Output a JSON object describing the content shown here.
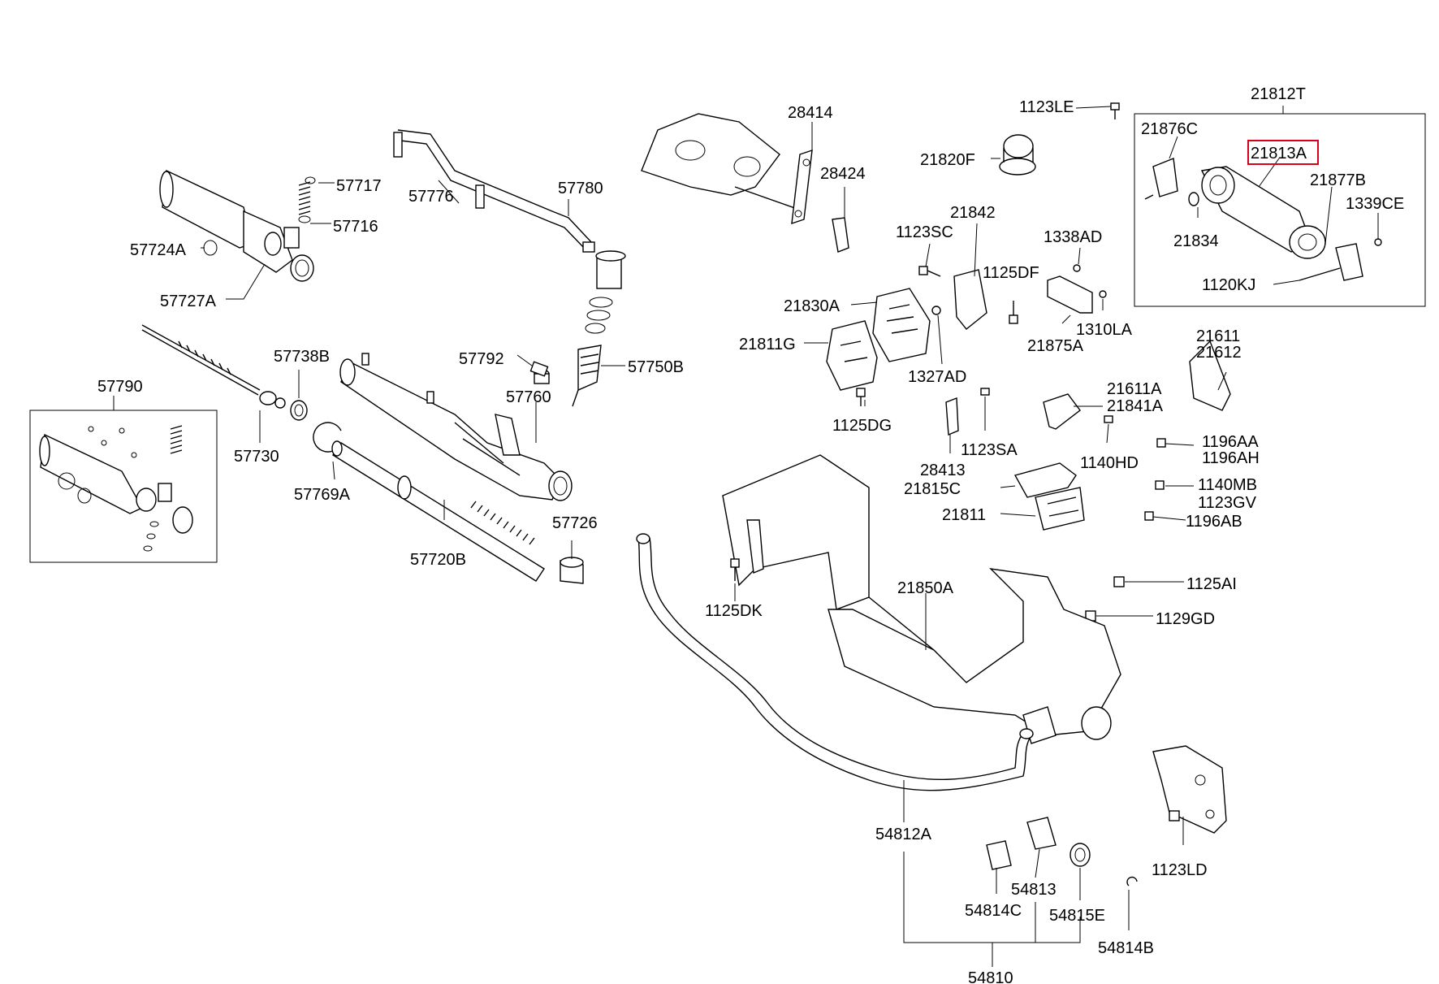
{
  "diagram": {
    "highlight_color": "#d9001b",
    "highlighted_part": "21813A",
    "labels": {
      "p57717": "57717",
      "p57716": "57716",
      "p57724A": "57724A",
      "p57727A": "57727A",
      "p57776": "57776",
      "p57780": "57780",
      "p57792": "57792",
      "p57750B": "57750B",
      "p57760": "57760",
      "p57738B": "57738B",
      "p57730": "57730",
      "p57769A": "57769A",
      "p57790": "57790",
      "p57720B": "57720B",
      "p57726": "57726",
      "p28414": "28414",
      "p28424": "28424",
      "p1123LE": "1123LE",
      "p21820F": "21820F",
      "p21812T": "21812T",
      "p21876C": "21876C",
      "p21813A": "21813A",
      "p21877B": "21877B",
      "p1339CE": "1339CE",
      "p21834": "21834",
      "p1120KJ": "1120KJ",
      "p21842": "21842",
      "p1123SC": "1123SC",
      "p1338AD": "1338AD",
      "p1125DF": "1125DF",
      "p21830A": "21830A",
      "p1310LA": "1310LA",
      "p21875A": "21875A",
      "p21811G": "21811G",
      "p1327AD": "1327AD",
      "p21611": "21611",
      "p21612": "21612",
      "p21611A": "21611A",
      "p21841A": "21841A",
      "p1125DG": "1125DG",
      "p28413": "28413",
      "p1123SA": "1123SA",
      "p1140HD": "1140HD",
      "p1196AA": "1196AA",
      "p1196AH": "1196AH",
      "p21815C": "21815C",
      "p1140MB": "1140MB",
      "p1123GV": "1123GV",
      "p21811": "21811",
      "p1196AB": "1196AB",
      "p1125DK": "1125DK",
      "p21850A": "21850A",
      "p1125AI": "1125AI",
      "p1129GD": "1129GD",
      "p54812A": "54812A",
      "p1123LD": "1123LD",
      "p54813": "54813",
      "p54814C": "54814C",
      "p54815E": "54815E",
      "p54814B": "54814B",
      "p54810": "54810"
    }
  }
}
